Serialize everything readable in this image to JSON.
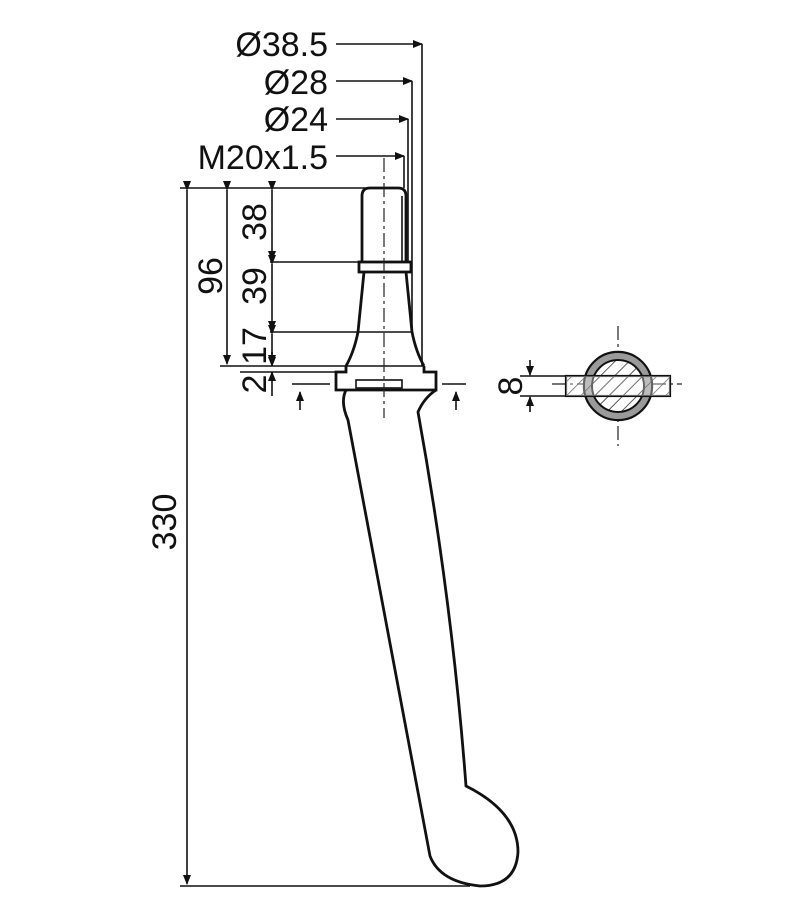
{
  "diagram": {
    "callouts": {
      "d38_5": "Ø38.5",
      "d28": "Ø28",
      "d24": "Ø24",
      "thread": "M20x1.5"
    },
    "heights": {
      "total": "330",
      "group": "96",
      "h38": "38",
      "h39": "39",
      "h17": "17",
      "h2": "2"
    },
    "section": {
      "thickness": "8"
    },
    "colors": {
      "line": "#111111",
      "ring": "#9a9a9a"
    }
  }
}
